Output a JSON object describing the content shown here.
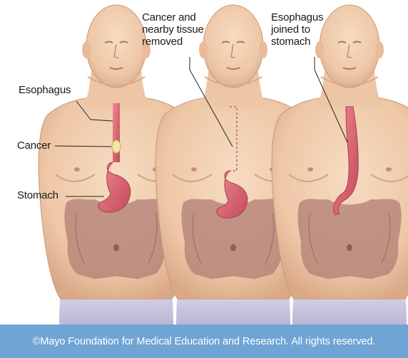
{
  "illustration": {
    "panels": [
      {
        "labels": [
          "Esophagus",
          "Cancer",
          "Stomach"
        ]
      },
      {
        "labels": [
          "Cancer and\nnearby tissue\nremoved"
        ]
      },
      {
        "labels": [
          "Esophagus\njoined to\nstomach"
        ]
      }
    ]
  },
  "footer": {
    "copyright": "©Mayo Foundation for Medical Education and Research. All rights reserved."
  },
  "colors": {
    "skin": "#f1cfb0",
    "organ": "#d9606e",
    "intestine": "#b07e74",
    "footer_bg": "#6fa4d4"
  }
}
